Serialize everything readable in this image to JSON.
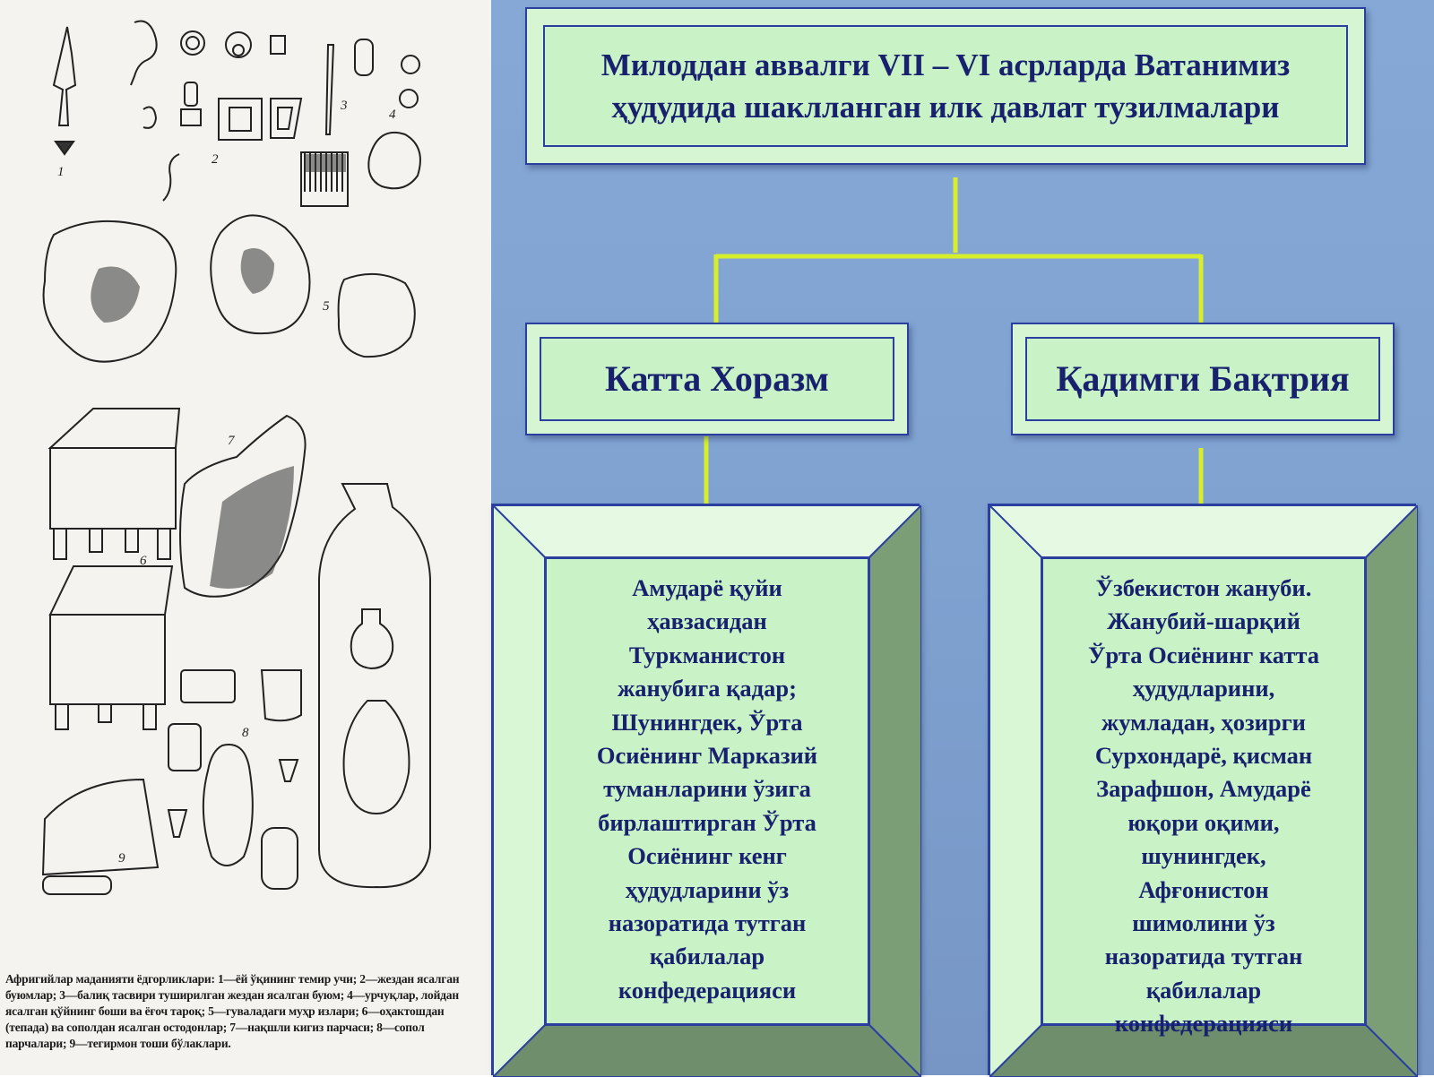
{
  "plate": {
    "figure_numbers": [
      "1",
      "2",
      "3",
      "4",
      "5",
      "6",
      "7",
      "8",
      "9"
    ],
    "caption": "Афригийлар маданияти ёдгорликлари: 1—ёй ўқининг темир учи; 2—жездан ясалган буюмлар; 3—балиқ тасвири туширилган жездан ясалган буюм; 4—урчуқлар, лойдан ясалган қўйнинг боши ва ёғоч тароқ; 5—гуваладаги муҳр излари; 6—оҳактошдан (тепада) ва сополдан ясалган остодонлар; 7—нақшли кигиз парчаси; 8—сопол парчалари; 9—тегирмон тоши бўлаклари."
  },
  "diagram": {
    "title": "Милоддан аввалги VII – VI асрларда Ватанимиз ҳудудида шаклланган илк давлат тузилмалари",
    "left": {
      "heading": "Катта Хоразм",
      "description": "Амударё қуйи\nҳавзасидан\nТуркманистон\nжанубига қадар;\nШунингдек, Ўрта\nОсиёнинг Марказий\nтуманларини ўзига\nбирлаштирган Ўрта\nОсиёнинг кенг\nҳудудларини ўз\nназоратида тутган\nқабилалар\nконфедерацияси"
    },
    "right": {
      "heading": "Қадимги Бақтрия",
      "description": "Ўзбекистон жануби.\nЖанубий-шарқий\nЎрта Осиёнинг катта\nҳудудларини,\nжумладан, ҳозирги\nСурхондарё, қисман\nЗарафшон, Амударё\nюқори оқими,\nшунингдек,\nАфғонистон\nшимолини ўз\nназоратида тутган\nқабилалар\nконфедерацияси"
    },
    "colors": {
      "background": "#7fa2d1",
      "box_face": "#c9f2c6",
      "box_border": "#2b3fa0",
      "text": "#17216e",
      "connector": "#d7ee2c"
    }
  }
}
